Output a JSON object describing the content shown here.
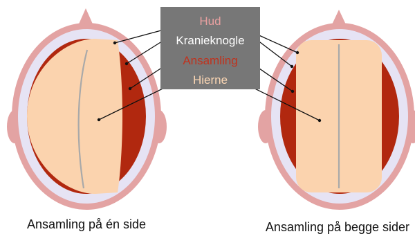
{
  "legend": {
    "items": [
      {
        "label": "Hud",
        "color": "#e8a0a0"
      },
      {
        "label": "Kranieknogle",
        "color": "#ffffff"
      },
      {
        "label": "Ansamling",
        "color": "#c0321d"
      },
      {
        "label": "Hierne",
        "color": "#fbd6b3"
      }
    ],
    "background": "#777777"
  },
  "captions": {
    "left": "Ansamling på én side",
    "right": "Ansamling på begge sider"
  },
  "colors": {
    "skin": "#e3a3a3",
    "skull": "#e6e3f4",
    "hematoma": "#b1280f",
    "brain": "#fbd3ae",
    "midline": "#a9a9a9"
  }
}
